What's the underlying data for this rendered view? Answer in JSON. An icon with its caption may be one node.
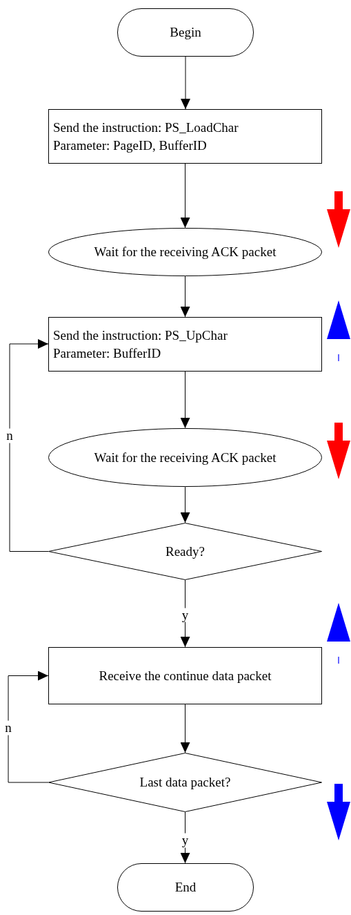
{
  "diagram": {
    "nodes": [
      {
        "text": [
          "Begin"
        ]
      },
      {
        "text": [
          "Send the instruction: PS_LoadChar",
          "Parameter: PageID, BufferID"
        ]
      },
      {
        "text": [
          "Wait for the receiving ACK packet"
        ]
      },
      {
        "text": [
          "Send the instruction: PS_UpChar",
          "Parameter: BufferID"
        ]
      },
      {
        "text": [
          "Wait for the receiving ACK packet"
        ]
      },
      {
        "text": [
          "Ready?"
        ]
      },
      {
        "text": [
          "Receive the continue data packet"
        ]
      },
      {
        "text": [
          "Last data packet?"
        ]
      },
      {
        "text": [
          "End"
        ]
      }
    ],
    "edges": [
      {
        "from": 0,
        "to": 1,
        "arrow": "to"
      },
      {
        "from": 1,
        "to": 2,
        "arrow": "to"
      },
      {
        "from": 2,
        "to": 3,
        "arrow": "to"
      },
      {
        "from": 3,
        "to": 4,
        "arrow": "to"
      },
      {
        "from": 4,
        "to": 5,
        "arrow": "to"
      },
      {
        "from": 5,
        "to": 3,
        "label": "n",
        "arrow": "to"
      },
      {
        "from": 5,
        "to": 6,
        "label": "y",
        "arrow": "to"
      },
      {
        "from": 6,
        "to": 7,
        "arrow": "to"
      },
      {
        "from": 7,
        "to": 6,
        "label": "n",
        "arrow": "to"
      },
      {
        "from": 7,
        "to": 8,
        "label": "y",
        "arrow": "to"
      }
    ]
  }
}
